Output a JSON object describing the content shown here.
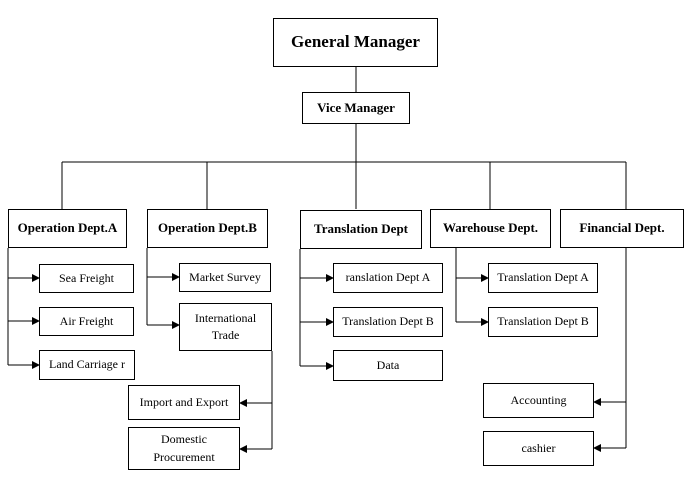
{
  "nodes": {
    "general_manager": "General Manager",
    "vice_manager": "Vice Manager",
    "operation_a": "Operation Dept.A",
    "operation_b": "Operation Dept.B",
    "translation": "Translation Dept",
    "warehouse": "Warehouse Dept.",
    "financial": "Financial Dept.",
    "sea_freight": "Sea Freight",
    "air_freight": "Air Freight",
    "land_carriage": "Land Carriage r",
    "market_survey": "Market Survey",
    "international_trade": "International Trade",
    "import_export": "Import and Export",
    "domestic_procurement": "Domestic Procurement",
    "translation_a": "ranslation Dept A",
    "translation_b": "Translation Dept B",
    "data": "Data",
    "warehouse_translation_a": "Translation Dept A",
    "warehouse_translation_b": "Translation Dept B",
    "accounting": "Accounting",
    "cashier": "cashier"
  }
}
